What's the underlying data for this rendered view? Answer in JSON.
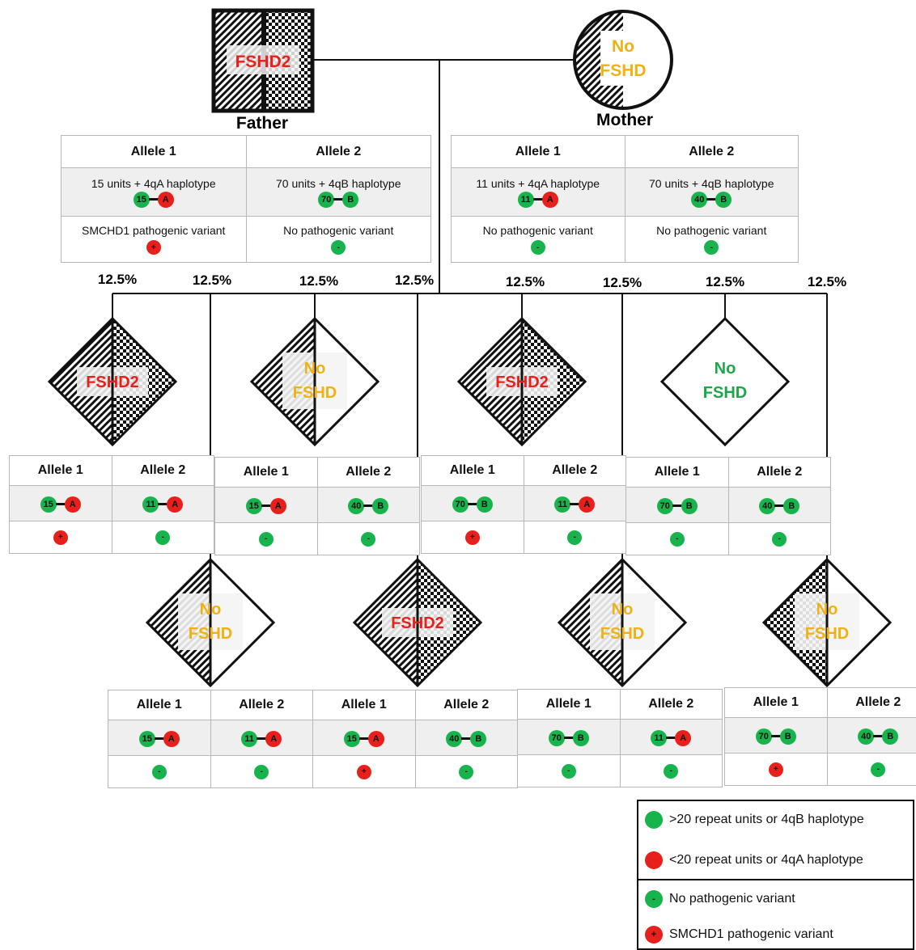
{
  "colors": {
    "affected": "#e8201c",
    "unaffected_amber": "#f0b114",
    "unaffected_green": "#1ea64a",
    "dot_green": "#17b34d",
    "dot_red": "#e8201c"
  },
  "parents": {
    "father": {
      "name": "Father",
      "label": "FSHD2"
    },
    "mother": {
      "name": "Mother",
      "label_line1": "No",
      "label_line2": "FSHD"
    }
  },
  "parent_tables": [
    {
      "headers": [
        "Allele 1",
        "Allele 2"
      ],
      "descriptions": [
        "15 units + 4qA haplotype",
        "70 units + 4qB haplotype"
      ],
      "haplotypes": [
        {
          "units": "15",
          "hap": "A"
        },
        {
          "units": "70",
          "hap": "B"
        }
      ],
      "variant_text": [
        "SMCHD1 pathogenic variant",
        "No pathogenic variant"
      ],
      "variants": [
        "+",
        "-"
      ]
    },
    {
      "headers": [
        "Allele 1",
        "Allele 2"
      ],
      "descriptions": [
        "11 units + 4qA haplotype",
        "70 units + 4qB haplotype"
      ],
      "haplotypes": [
        {
          "units": "11",
          "hap": "A"
        },
        {
          "units": "40",
          "hap": "B"
        }
      ],
      "variant_text": [
        "No pathogenic variant",
        "No pathogenic variant"
      ],
      "variants": [
        "-",
        "-"
      ]
    }
  ],
  "percentages": [
    "12.5%",
    "12.5%",
    "12.5%",
    "12.5%",
    "12.5%",
    "12.5%",
    "12.5%",
    "12.5%"
  ],
  "children": [
    {
      "label1": "FSHD2",
      "label2": "",
      "status": "affected",
      "haplotypes": [
        {
          "units": "15",
          "hap": "A"
        },
        {
          "units": "11",
          "hap": "A"
        }
      ],
      "variants": [
        "+",
        "-"
      ]
    },
    {
      "label1": "No",
      "label2": "FSHD",
      "status": "unaffected",
      "haplotypes": [
        {
          "units": "15",
          "hap": "A"
        },
        {
          "units": "40",
          "hap": "B"
        }
      ],
      "variants": [
        "-",
        "-"
      ]
    },
    {
      "label1": "FSHD2",
      "label2": "",
      "status": "affected",
      "haplotypes": [
        {
          "units": "70",
          "hap": "B"
        },
        {
          "units": "11",
          "hap": "A"
        }
      ],
      "variants": [
        "+",
        "-"
      ]
    },
    {
      "label1": "No",
      "label2": "FSHD",
      "status": "unaffected",
      "haplotypes": [
        {
          "units": "70",
          "hap": "B"
        },
        {
          "units": "40",
          "hap": "B"
        }
      ],
      "variants": [
        "-",
        "-"
      ]
    },
    {
      "label1": "No",
      "label2": "FSHD",
      "status": "unaffected",
      "haplotypes": [
        {
          "units": "15",
          "hap": "A"
        },
        {
          "units": "11",
          "hap": "A"
        }
      ],
      "variants": [
        "-",
        "-"
      ]
    },
    {
      "label1": "FSHD2",
      "label2": "",
      "status": "affected",
      "haplotypes": [
        {
          "units": "15",
          "hap": "A"
        },
        {
          "units": "40",
          "hap": "B"
        }
      ],
      "variants": [
        "+",
        "-"
      ]
    },
    {
      "label1": "No",
      "label2": "FSHD",
      "status": "unaffected",
      "haplotypes": [
        {
          "units": "70",
          "hap": "B"
        },
        {
          "units": "11",
          "hap": "A"
        }
      ],
      "variants": [
        "-",
        "-"
      ]
    },
    {
      "label1": "No",
      "label2": "FSHD",
      "status": "unaffected",
      "haplotypes": [
        {
          "units": "70",
          "hap": "B"
        },
        {
          "units": "40",
          "hap": "B"
        }
      ],
      "variants": [
        "+",
        "-"
      ]
    }
  ],
  "child_table_headers": [
    "Allele 1",
    "Allele 2"
  ],
  "legend": {
    "items": [
      {
        "color": "green",
        "text": ">20 repeat units or 4qB haplotype"
      },
      {
        "color": "red",
        "text": "<20 repeat units or 4qA haplotype"
      },
      {
        "color": "green",
        "symbol": "-",
        "text": "No pathogenic variant"
      },
      {
        "color": "red",
        "symbol": "+",
        "text": "SMCHD1 pathogenic variant"
      }
    ]
  }
}
